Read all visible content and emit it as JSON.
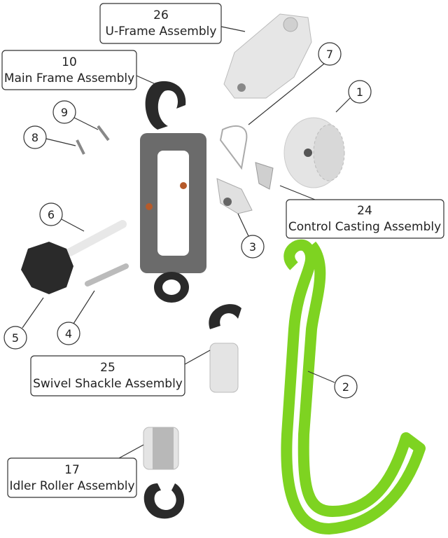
{
  "callouts": {
    "u_frame": {
      "number": "26",
      "name": "U-Frame Assembly"
    },
    "main_frame": {
      "number": "10",
      "name": "Main Frame Assembly"
    },
    "control_casting": {
      "number": "24",
      "name": "Control Casting Assembly"
    },
    "swivel_shackle": {
      "number": "25",
      "name": "Swivel Shackle Assembly"
    },
    "idler_roller": {
      "number": "17",
      "name": "Idler Roller Assembly"
    }
  },
  "part_numbers": {
    "p1": "1",
    "p2": "2",
    "p3": "3",
    "p4": "4",
    "p5": "5",
    "p6": "6",
    "p7": "7",
    "p8": "8",
    "p9": "9"
  },
  "colors": {
    "green_part": "#7ed321",
    "dark_part": "#2a2a2a",
    "frame_grey": "#6b6b6b",
    "light_part": "#e4e4e4"
  }
}
